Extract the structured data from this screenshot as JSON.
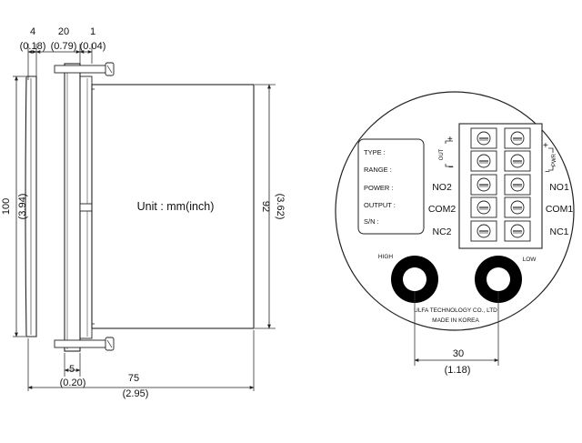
{
  "side_view": {
    "dim_top": [
      {
        "mm": "4",
        "inch": "(0.18)"
      },
      {
        "mm": "20",
        "inch": "(0.79)"
      },
      {
        "mm": "1",
        "inch": "(0.04)"
      }
    ],
    "dim_left": {
      "mm": "100",
      "inch": "(3.94)"
    },
    "dim_right": {
      "mm": "92",
      "inch": "(3.62)"
    },
    "dim_bottom_small": {
      "mm": "5",
      "inch": "(0.20)"
    },
    "dim_bottom_total": {
      "mm": "75",
      "inch": "(2.95)"
    },
    "unit_label": "Unit : mm(inch)"
  },
  "rear_view": {
    "nameplate": [
      "TYPE :",
      "RANGE :",
      "POWER :",
      "OUTPUT :",
      "S/N :"
    ],
    "left_terminals": [
      "NO2",
      "COM2",
      "NC2"
    ],
    "right_terminals": [
      "NO1",
      "COM1",
      "NC1"
    ],
    "out_label": "OUT",
    "pwr_label": "PWR",
    "plus_sign": "+",
    "minus_sign": "−",
    "high_label": "HIGH",
    "low_label": "LOW",
    "company": "ULFA TECHNOLOGY CO., LTD",
    "made_in": "MADE IN KOREA",
    "dim_ports": {
      "mm": "30",
      "inch": "(1.18)"
    }
  }
}
